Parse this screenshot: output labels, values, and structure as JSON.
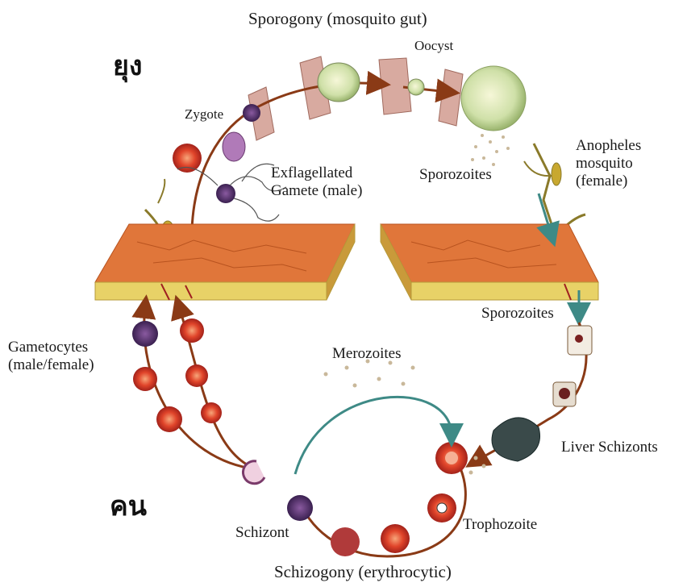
{
  "labels": {
    "sporogony": "Sporogony (mosquito gut)",
    "oocyst": "Oocyst",
    "zygote": "Zygote",
    "exflagellated_1": "Exflagellated",
    "exflagellated_2": "Gamete (male)",
    "sporozoites_top": "Sporozoites",
    "anopheles_1": "Anopheles",
    "anopheles_2": "mosquito",
    "anopheles_3": "(female)",
    "sporozoites_right": "Sporozoites",
    "gametocytes_1": "Gametocytes",
    "gametocytes_2": "(male/female)",
    "merozoites": "Merozoites",
    "liver_schizonts": "Liver Schizonts",
    "schizont": "Schizont",
    "trophozoite": "Trophozoite",
    "schizogony": "Schizogony (erythrocytic)",
    "thai_mosquito": "ยุง",
    "thai_human": "คน"
  },
  "colors": {
    "skin": "#e0763a",
    "skin_dark": "#b8531f",
    "fat": "#e8d267",
    "rbc": "#e0442a",
    "cycle_line": "#8a3a16",
    "arrow_teal": "#3e8a86",
    "oocyst": "#cfe0a8",
    "gut": "#d6a79a"
  }
}
